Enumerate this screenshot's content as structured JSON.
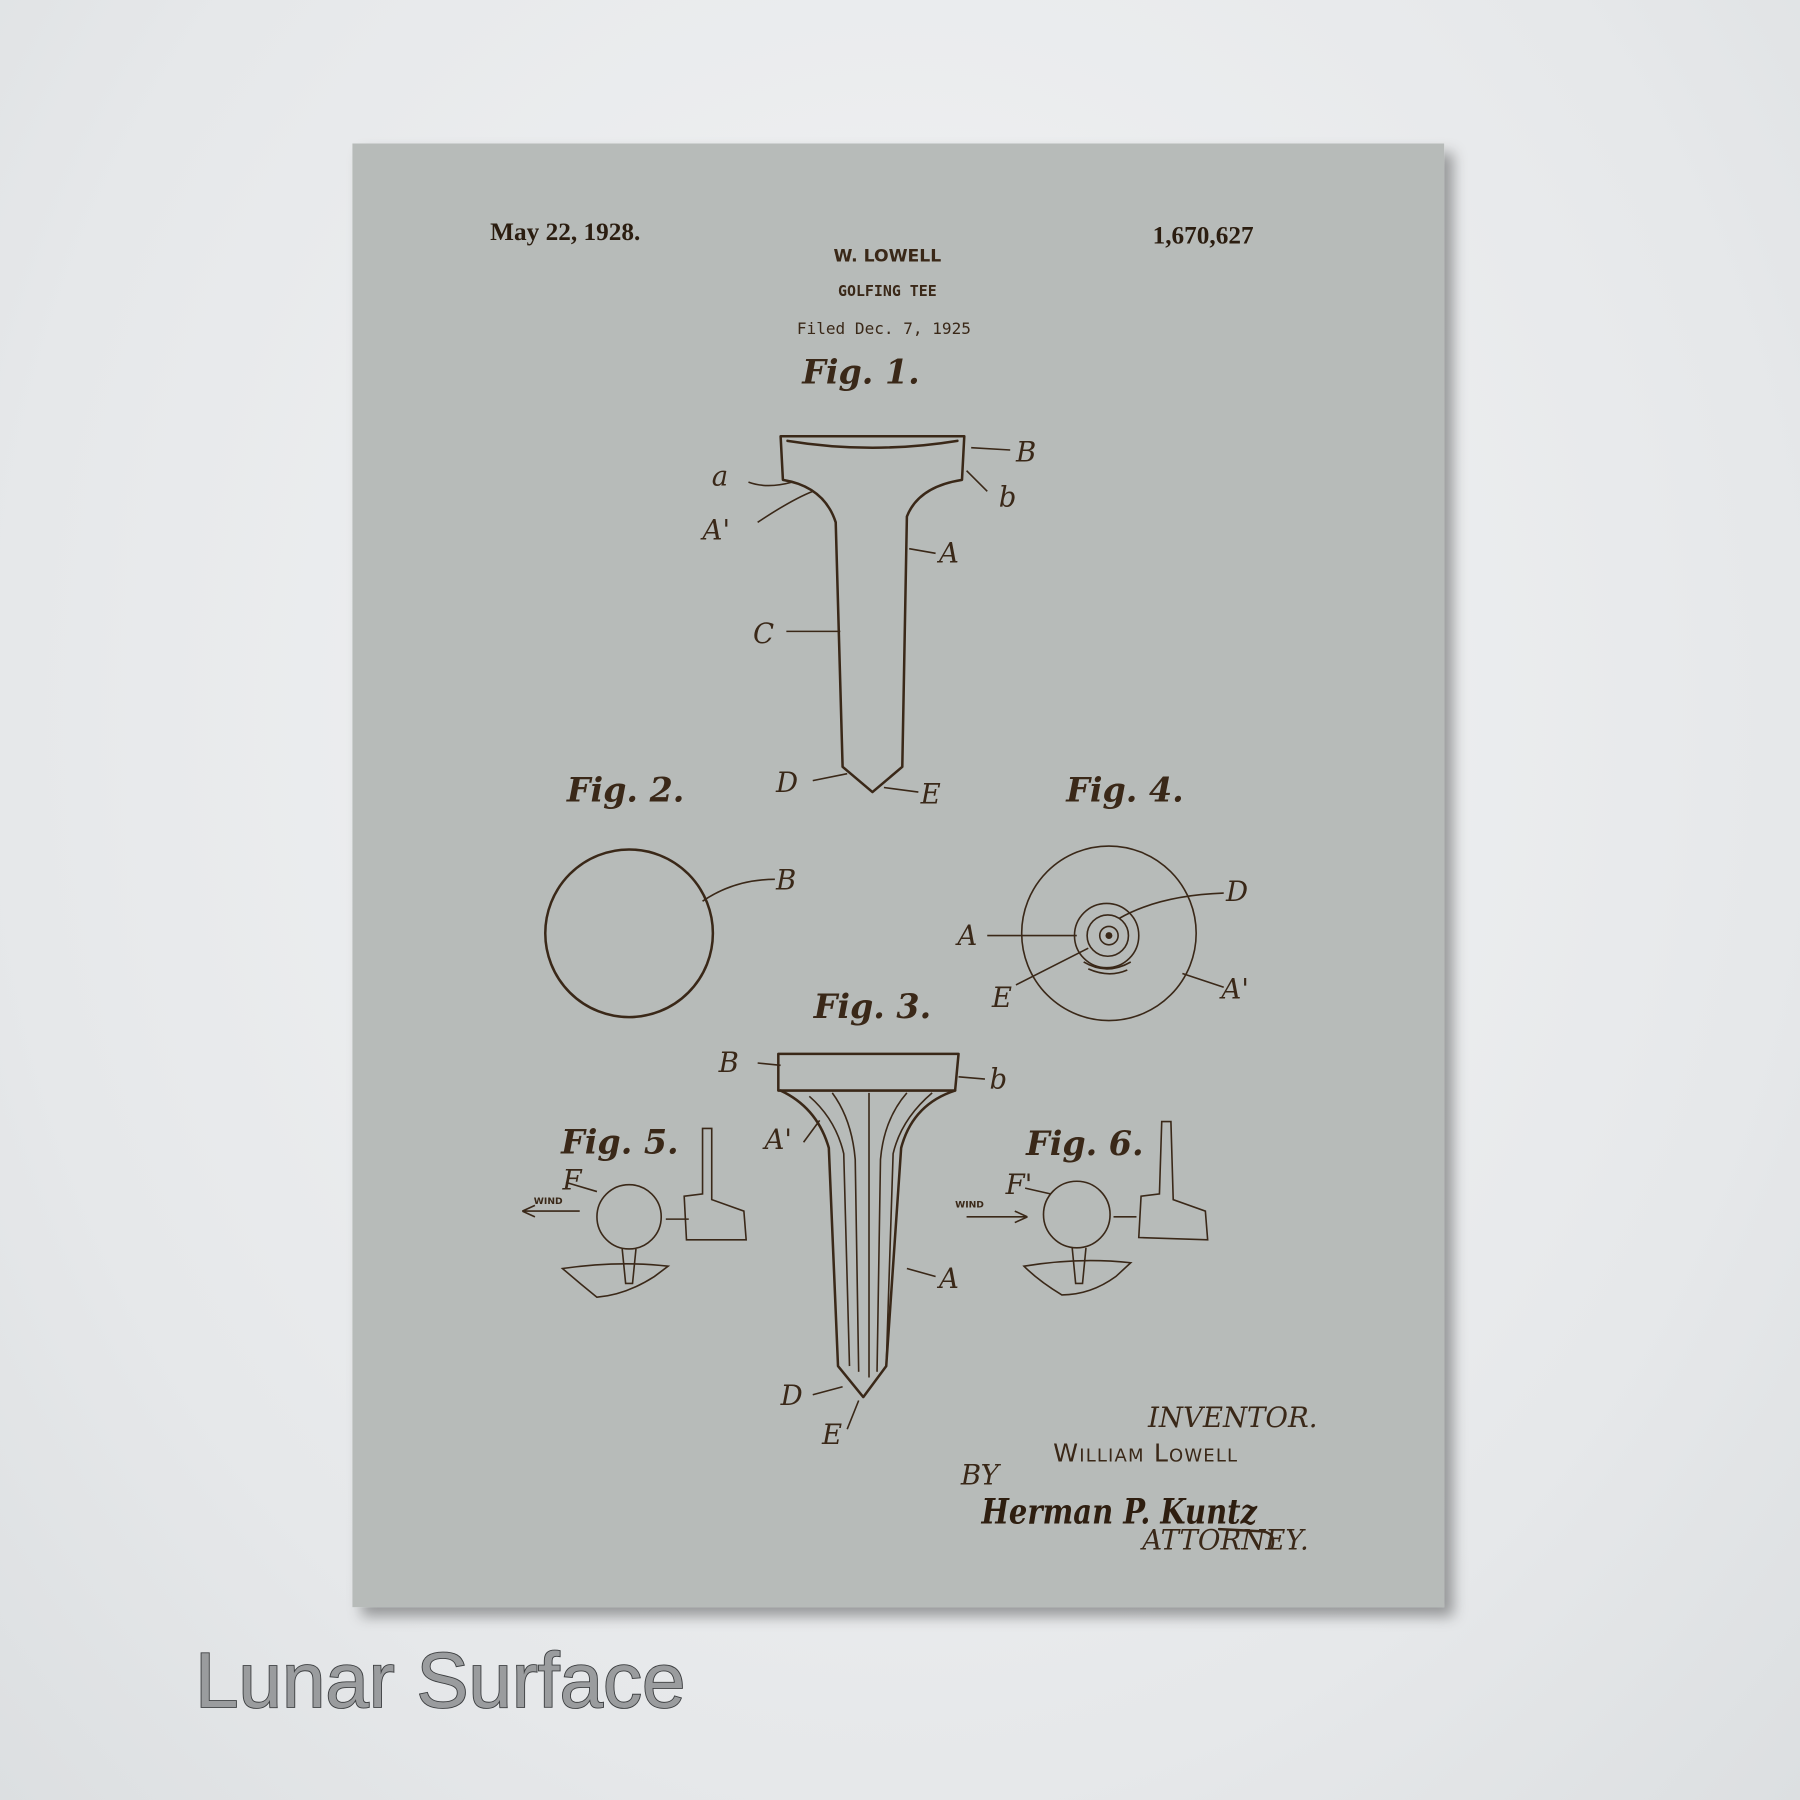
{
  "product_label": "Lunar Surface",
  "colors": {
    "paper": "#b7bbb9",
    "ink": "#3a2818",
    "wall": "#eceeef"
  },
  "patent": {
    "date": "May 22, 1928.",
    "number": "1,670,627",
    "inventor_short": "W. LOWELL",
    "title": "GOLFING TEE",
    "filed": "Filed Dec. 7, 1925"
  },
  "figures": {
    "fig1": "Fig. 1.",
    "fig2": "Fig. 2.",
    "fig3": "Fig. 3.",
    "fig4": "Fig. 4.",
    "fig5": "Fig. 5.",
    "fig6": "Fig. 6."
  },
  "fig1_labels": [
    "B",
    "a",
    "b",
    "A'",
    "A",
    "C",
    "D",
    "E"
  ],
  "fig2_labels": [
    "B"
  ],
  "fig3_labels": [
    "B",
    "b",
    "A'",
    "A",
    "D",
    "E"
  ],
  "fig4_labels": [
    "D",
    "A",
    "E",
    "A'"
  ],
  "fig5_labels": [
    "F",
    "WIND"
  ],
  "fig6_labels": [
    "F'",
    "WIND"
  ],
  "signature": {
    "inventor_caption": "INVENTOR.",
    "inventor_name": "William Lowell",
    "by": "BY",
    "attorney_signature": "Herman P. Kuntz",
    "attorney_caption": "ATTORNEY."
  }
}
